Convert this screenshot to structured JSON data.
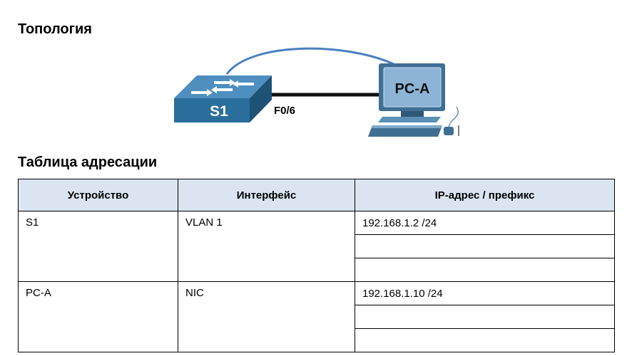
{
  "topology_heading": "Топология",
  "addressing_heading": "Таблица адресации",
  "topology": {
    "switch_label": "S1",
    "pc_label": "PC-A",
    "port_label": "F0/6"
  },
  "table": {
    "headers": [
      "Устройство",
      "Интерфейс",
      "IP-адрес / префикс"
    ],
    "rows": [
      {
        "device": "S1",
        "interface": "VLAN 1",
        "ip": [
          "192.168.1.2 /24",
          "",
          ""
        ]
      },
      {
        "device": "PC-A",
        "interface": "NIC",
        "ip": [
          "192.168.1.10 /24",
          "",
          ""
        ]
      }
    ]
  },
  "colors": {
    "switch_blue": "#2a6f9b",
    "pc_blue": "#5b8fb5",
    "header_fill": "#dbe5f1",
    "console_cable": "#4a7fc1"
  }
}
